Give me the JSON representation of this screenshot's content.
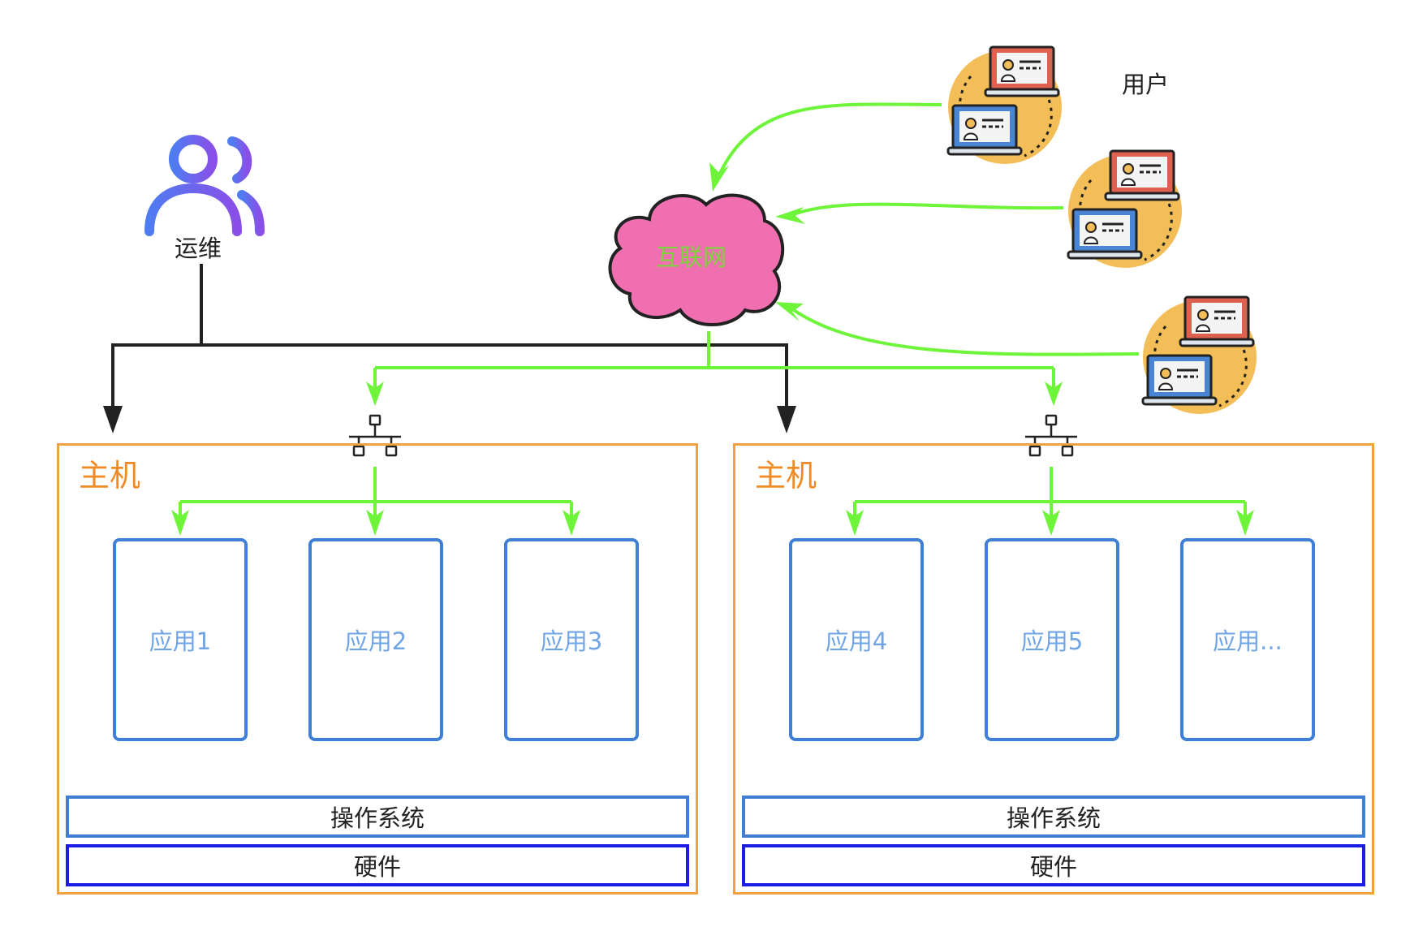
{
  "ops": {
    "label": "运维"
  },
  "users": {
    "label": "用户"
  },
  "internet": {
    "label": "互联网"
  },
  "hosts": [
    {
      "label": "主机",
      "apps": [
        "应用1",
        "应用2",
        "应用3"
      ],
      "os": "操作系统",
      "hardware": "硬件"
    },
    {
      "label": "主机",
      "apps": [
        "应用4",
        "应用5",
        "应用..."
      ],
      "os": "操作系统",
      "hardware": "硬件"
    }
  ],
  "colors": {
    "host_border": "#f0a142",
    "host_label": "#f08a24",
    "app_border": "#3f7fd6",
    "app_text": "#6fa4e6",
    "hardware_border": "#1c1ce6",
    "network_line": "#6ef53a",
    "ops_line": "#222222",
    "cloud_fill": "#f06fb1",
    "user_circle": "#f3bd57"
  }
}
